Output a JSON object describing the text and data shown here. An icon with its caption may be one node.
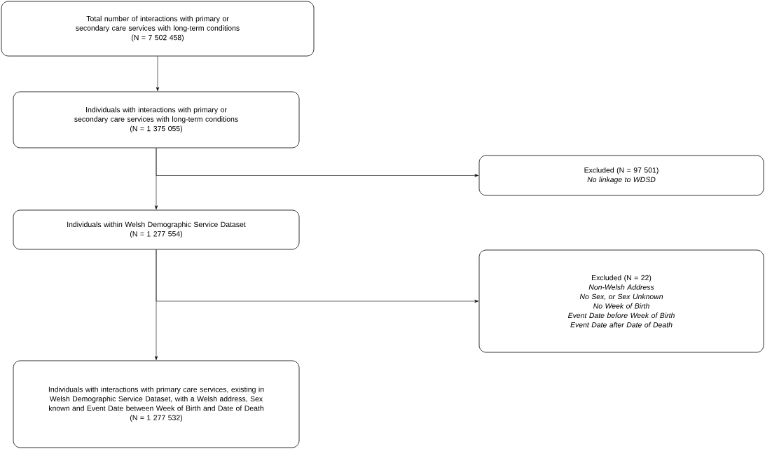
{
  "diagram": {
    "nodes": [
      {
        "text": [
          "Total number of interactions with primary or secondary care services with long-term conditions",
          "(N = 7 502 458)"
        ]
      },
      {
        "text": [
          "Individuals with interactions with primary or secondary care services with long-term conditions",
          "(N = 1 375 055)"
        ]
      },
      {
        "text": [
          "Excluded (N = 97 501)",
          "No linkage to WDSD"
        ]
      },
      {
        "text": [
          "Individuals within Welsh Demographic Service Dataset",
          "(N = 1 277 554)"
        ]
      },
      {
        "text": [
          "Excluded (N = 22)",
          "Non-Welsh Address",
          "No Sex, or Sex Unknown",
          "No Week of Birth",
          "Event Date before Week of Birth",
          "Event Date after Date of Death"
        ]
      },
      {
        "text": [
          "Individuals with interactions with primary care services, existing in Welsh Demographic Service Dataset, with a Welsh address, Sex known and Event Date between Week of Birth and Date of Death",
          "(N = 1 277 532)"
        ]
      }
    ],
    "edges": [
      {
        "from": 0,
        "to": 1,
        "arrow": "to"
      },
      {
        "from": 1,
        "to": 3,
        "arrow": "to"
      },
      {
        "from": 1,
        "to": 2,
        "arrow": "to"
      },
      {
        "from": 3,
        "to": 5,
        "arrow": "to"
      },
      {
        "from": 3,
        "to": 4,
        "arrow": "to"
      }
    ]
  }
}
